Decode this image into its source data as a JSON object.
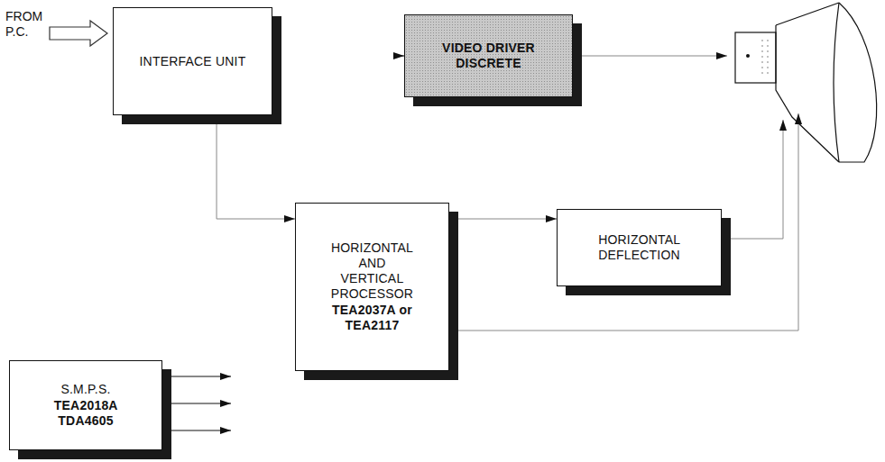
{
  "diagram": {
    "nodes": [
      {
        "text": [
          "INTERFACE UNIT"
        ]
      },
      {
        "text": [
          "VIDEO DRIVER DISCRETE"
        ]
      },
      {
        "text": [
          "HORIZONTAL AND VERTICAL PROCESSOR",
          "TEA2037A or TEA2117"
        ]
      },
      {
        "text": [
          "HORIZONTAL DEFLECTION"
        ]
      },
      {
        "text": [
          "S.M.P.S.",
          "TEA2018A TDA4605"
        ]
      }
    ],
    "edges": [
      {
        "from": 0,
        "to": 2,
        "arrow": "to"
      },
      {
        "from": 2,
        "to": 3,
        "arrow": "to"
      }
    ],
    "labels": [
      "FROM P.C."
    ]
  }
}
